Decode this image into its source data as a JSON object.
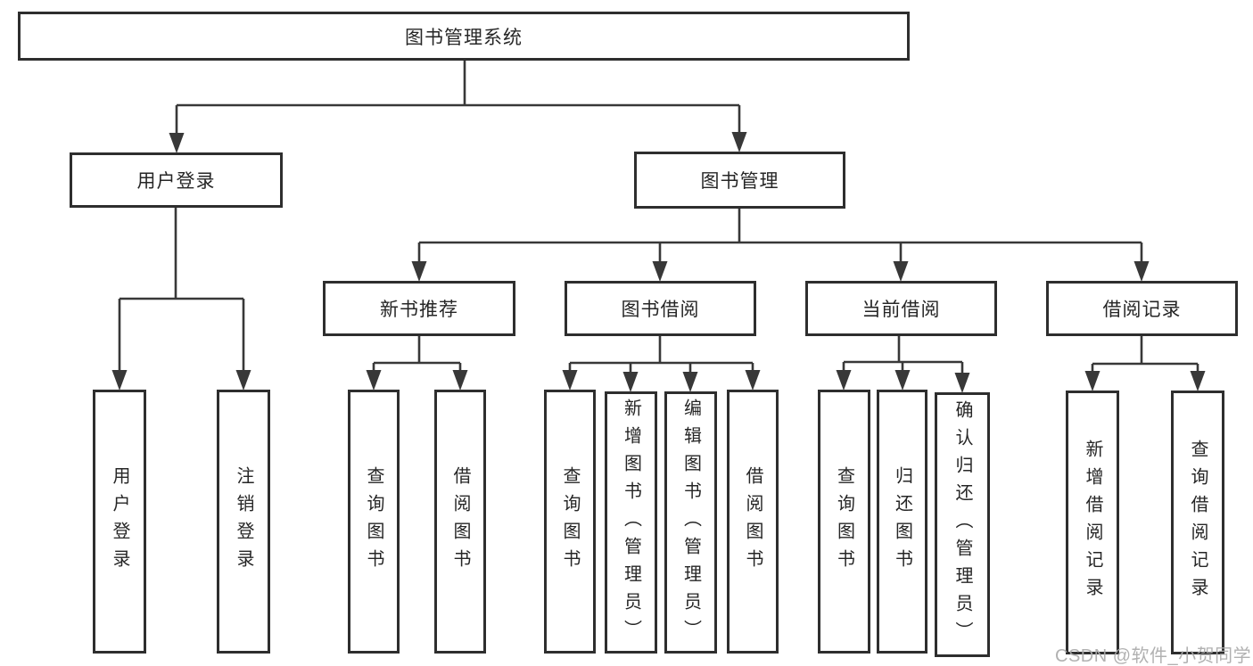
{
  "tree": {
    "root": {
      "label": "图书管理系统",
      "children": [
        {
          "label": "用户登录",
          "children": [
            {
              "label": "用户登录"
            },
            {
              "label": "注销登录"
            }
          ]
        },
        {
          "label": "图书管理",
          "children": [
            {
              "label": "新书推荐",
              "children": [
                {
                  "label": "查询图书"
                },
                {
                  "label": "借阅图书"
                }
              ]
            },
            {
              "label": "图书借阅",
              "children": [
                {
                  "label": "查询图书"
                },
                {
                  "label": "新增图书（管理员）"
                },
                {
                  "label": "编辑图书（管理员）"
                },
                {
                  "label": "借阅图书"
                }
              ]
            },
            {
              "label": "当前借阅",
              "children": [
                {
                  "label": "查询图书"
                },
                {
                  "label": "归还图书"
                },
                {
                  "label": "确认归还（管理员）"
                }
              ]
            },
            {
              "label": "借阅记录",
              "children": [
                {
                  "label": "新增借阅记录"
                },
                {
                  "label": "查询借阅记录"
                }
              ]
            }
          ]
        }
      ]
    }
  },
  "watermark": "CSDN @软件_小贺同学",
  "colors": {
    "line": "#383838",
    "border": "#2e2e2e",
    "text": "#262626",
    "background": "#ffffff",
    "watermark": "#ababab"
  }
}
